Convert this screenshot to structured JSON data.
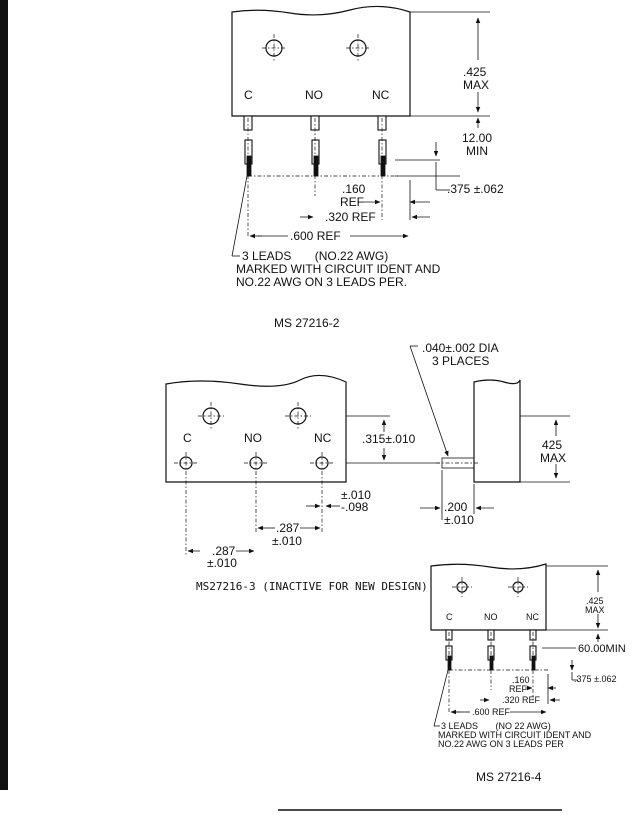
{
  "colors": {
    "ink": "#111111",
    "paper": "#ffffff"
  },
  "fig2": {
    "terminals": [
      "C",
      "NO",
      "NC"
    ],
    "dim_425": ".425",
    "dim_max": "MAX",
    "dim_1200": "12.00",
    "dim_min": "MIN",
    "dim_375": ".375 ±.062",
    "dim_160": ".160",
    "dim_ref": "REF",
    "dim_320": ".320 REF",
    "dim_600": ".600 REF",
    "note_line1": "3 LEADS       (NO.22 AWG)",
    "note_line2": "MARKED WITH CIRCUIT IDENT AND",
    "note_line3": "NO.22 AWG ON 3 LEADS PER.",
    "caption": "MS 27216-2"
  },
  "fig3": {
    "terminals": [
      "C",
      "NO",
      "NC"
    ],
    "dia_line1": ".040±.002 DIA",
    "dia_line2": "3 PLACES",
    "dim_315": ".315±.010",
    "dim_425": "425",
    "dim_max": "MAX",
    "tol_top": "±.010",
    "tol_bot": "-.098",
    "dim_200": ".200",
    "dim_200_tol": "±.010",
    "dim_287a": ".287",
    "dim_287a_tol": "±.010",
    "dim_287b": ".287",
    "dim_287b_tol": "±.010",
    "caption": "MS27216-3 (INACTIVE FOR NEW DESIGN)"
  },
  "fig4": {
    "terminals": [
      "C",
      "NO",
      "NC"
    ],
    "dim_425": ".425",
    "dim_max": "MAX",
    "dim_6000": "60.00MIN",
    "dim_375": ".375 ±.062",
    "dim_160": ".160",
    "dim_ref": "REF",
    "dim_320": ".320 REF",
    "dim_600": ".600 REF",
    "note_line1": "3 LEADS       (NO 22 AWG)",
    "note_line2": "MARKED WITH CIRCUIT IDENT AND",
    "note_line3": "NO.22 AWG ON 3 LEADS PER",
    "caption": "MS 27216-4"
  }
}
